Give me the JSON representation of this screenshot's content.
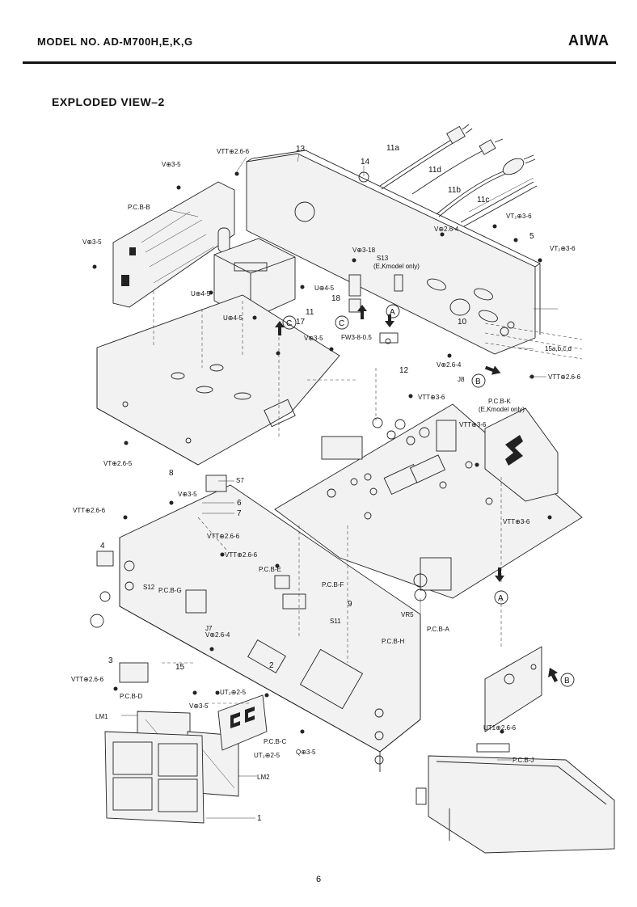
{
  "header": {
    "model": "MODEL NO. AD-M700H,E,K,G",
    "brand": "AIWA"
  },
  "title": "EXPLODED VIEW–2",
  "page_number": "6",
  "labels": {
    "n13": "13",
    "n14": "14",
    "n11a": "11a",
    "n11d": "11d",
    "n11b": "11b",
    "n11c": "11c",
    "pcb_b": "P.C.B-B",
    "v35_a": "V⊕3-5",
    "v35_b": "V⊕3-5",
    "vtt266_top": "VTT⊕2.6-6",
    "v264_top": "V⊕2.6-4",
    "vt236_a": "VT₂⊕3-6",
    "vt236_b": "VT₂⊕3-6",
    "n5": "5",
    "v318": "V⊕3-18",
    "s13": "S13",
    "s13_note": "(E,Kmodel only)",
    "n18": "18",
    "u45_a": "U⊕4-5",
    "u45_b": "U⊕4-5",
    "u45_c": "U⊕4-5",
    "n11": "11",
    "n17": "17",
    "circ_a1": "A",
    "circ_c1": "C",
    "circ_c2": "C",
    "v35_c": "V⊕3-5",
    "fw": "FW3-8-0.5",
    "n12": "12",
    "n10": "10",
    "n15": "15a,b,c,d",
    "v264_b": "V⊕2.6-4",
    "j8": "J8",
    "circ_b1": "B",
    "vtt266_r": "VTT⊕2.6-6",
    "vtt36_a": "VTT⊕3-6",
    "pcb_k": "P.C.B-K",
    "pcb_k_note": "(E,Kmodel only)",
    "vtt36_b": "VTT⊕3-6",
    "vt265": "VT⊕2.6-5",
    "n8": "8",
    "s7": "S7",
    "v35_d": "V⊕3-5",
    "vtt266_c": "VTT⊕2.6-6",
    "n6": "6",
    "n7": "7",
    "vtt36_c": "VTT⊕3-6",
    "vtt266_d": "VTT⊕2.6-6",
    "vtt266_e": "VTT⊕2.6-6",
    "n4": "4",
    "s12": "S12",
    "pcb_g": "P.C.B-G",
    "pcb_e": "P.C.B-E",
    "pcb_f": "P.C.B-F",
    "n9": "9",
    "s11": "S11",
    "vr5": "VR5",
    "pcb_a": "P.C.B-A",
    "circ_a2": "A",
    "j7": "J7",
    "v264_c": "V⊕2.6-4",
    "pcb_h": "P.C.B-H",
    "n3": "3",
    "n15b": "15",
    "n2": "2",
    "ut225_a": "UT₂⊕2-5",
    "vtt266_f": "VTT⊕2.6-6",
    "pcb_d": "P.C.B-D",
    "v35_e": "V⊕3-5",
    "lm1": "LM1",
    "pcb_c": "P.C.B-C",
    "ut225_b": "UT₂⊕2-5",
    "q35": "Q⊕3-5",
    "lm2": "LM2",
    "n1": "1",
    "circ_b2": "B",
    "ut1266": "UT1⊕2.6-6",
    "pcb_j": "P.C.B-J"
  }
}
